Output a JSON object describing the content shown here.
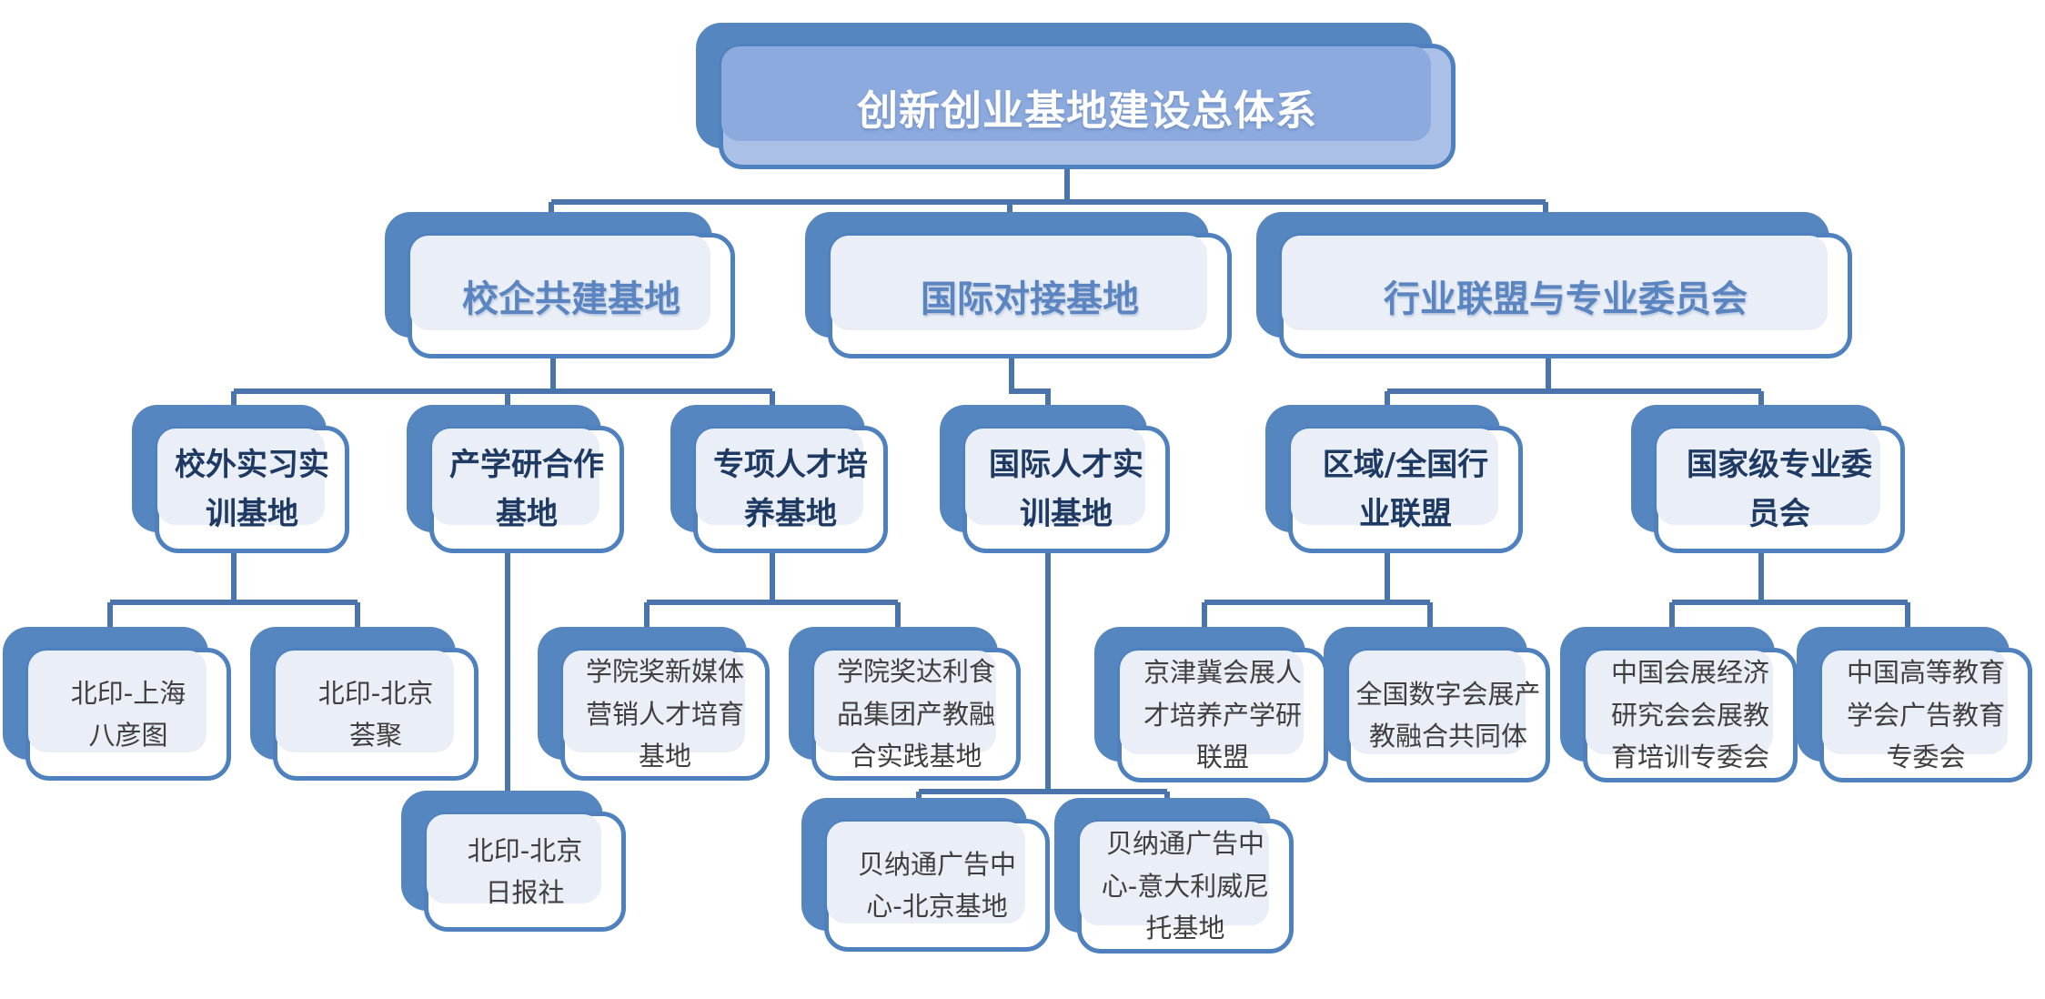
{
  "title": {
    "label": "创新创业基地建设总体系"
  },
  "level2": [
    {
      "label": "校企共建基地"
    },
    {
      "label": "国际对接基地"
    },
    {
      "label": "行业联盟与专业委员会"
    }
  ],
  "level3": [
    {
      "label": "校外实习实\n训基地"
    },
    {
      "label": "产学研合作\n基地"
    },
    {
      "label": "专项人才培\n养基地"
    },
    {
      "label": "国际人才实\n训基地"
    },
    {
      "label": "区域/全国行\n业联盟"
    },
    {
      "label": "国家级专业委\n员会"
    }
  ],
  "level4": [
    {
      "label": "北印-上海\n八彦图"
    },
    {
      "label": "北印-北京\n荟聚"
    },
    {
      "label": "学院奖新媒体\n营销人才培育\n基地"
    },
    {
      "label": "学院奖达利食\n品集团产教融\n合实践基地"
    },
    {
      "label": "京津冀会展人\n才培养产学研\n联盟"
    },
    {
      "label": "全国数字会展产\n教融合共同体"
    },
    {
      "label": "中国会展经济\n研究会会展教\n育培训专委会"
    },
    {
      "label": "中国高等教育\n学会广告教育\n专委会"
    },
    {
      "label": "北印-北京\n日报社"
    },
    {
      "label": "贝纳通广告中\n心-北京基地"
    },
    {
      "label": "贝纳通广告中\n心-意大利威尼\n托基地"
    }
  ],
  "colors": {
    "accent_border": "#4e81bd",
    "back_plate": "#5586c0",
    "tint_fill": "#e9eef7",
    "title_fill": "#8caade",
    "title_fill_light": "#abc0e7",
    "connector": "#4a74ab",
    "level2_text": "#5b85c0",
    "level3_text": "#1e3a63",
    "level4_text": "#3f3f3f",
    "title_text": "#ffffff"
  }
}
